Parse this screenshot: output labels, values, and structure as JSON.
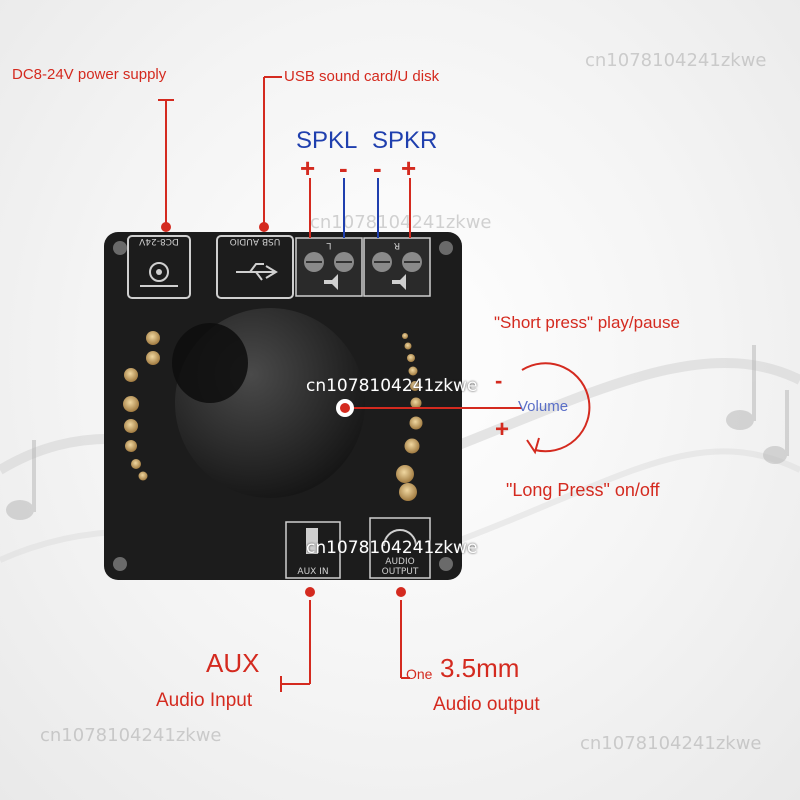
{
  "labels": {
    "power": "DC8-24V power supply",
    "usb": "USB sound card/U disk",
    "spkl": "SPKL",
    "spkr": "SPKR",
    "short_press": "\"Short press\" play/pause",
    "volume": "Volume",
    "long_press": "\"Long Press\" on/off",
    "aux_title": "AUX",
    "aux_sub": "Audio Input",
    "out_prefix": "One",
    "out_title": "3.5mm",
    "out_sub": "Audio output",
    "plus": "+",
    "minus": "-"
  },
  "board": {
    "dc_label": "DC8-24V",
    "usb_label": "USB AUDIO",
    "terminal_left": "L",
    "terminal_right": "R",
    "aux_label": "AUX IN",
    "out_label_1": "AUDIO",
    "out_label_2": "OUTPUT"
  },
  "watermark": "cn1078104241zkwe",
  "colors": {
    "red": "#d42a1f",
    "blue": "#1f3fae",
    "board": "#1c1c1c"
  }
}
